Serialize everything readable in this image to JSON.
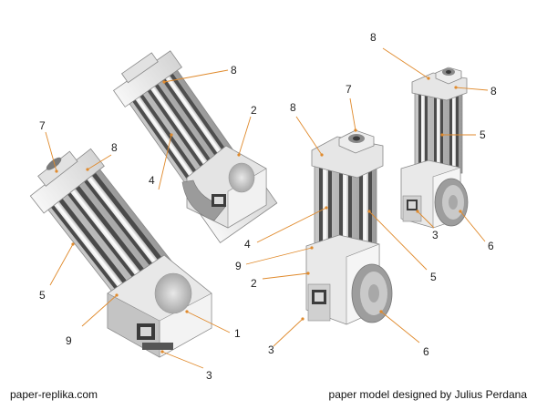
{
  "footer": {
    "site": "paper-replika.com",
    "credit": "paper model designed by Julius Perdana"
  },
  "callouts": [
    {
      "label": "8"
    },
    {
      "label": "2"
    },
    {
      "label": "4"
    },
    {
      "label": "7"
    },
    {
      "label": "8"
    },
    {
      "label": "5"
    },
    {
      "label": "9"
    },
    {
      "label": "1"
    },
    {
      "label": "3"
    },
    {
      "label": "8"
    },
    {
      "label": "7"
    },
    {
      "label": "4"
    },
    {
      "label": "9"
    },
    {
      "label": "2"
    },
    {
      "label": "3"
    },
    {
      "label": "5"
    },
    {
      "label": "8"
    },
    {
      "label": "8"
    },
    {
      "label": "5"
    },
    {
      "label": "3"
    },
    {
      "label": "6"
    },
    {
      "label": "6"
    }
  ],
  "colors": {
    "leader": "#e08a2c",
    "body_light": "#ececec",
    "body_mid": "#cfcfcf",
    "body_dark": "#8a8a8a",
    "slot_dark": "#555555"
  }
}
